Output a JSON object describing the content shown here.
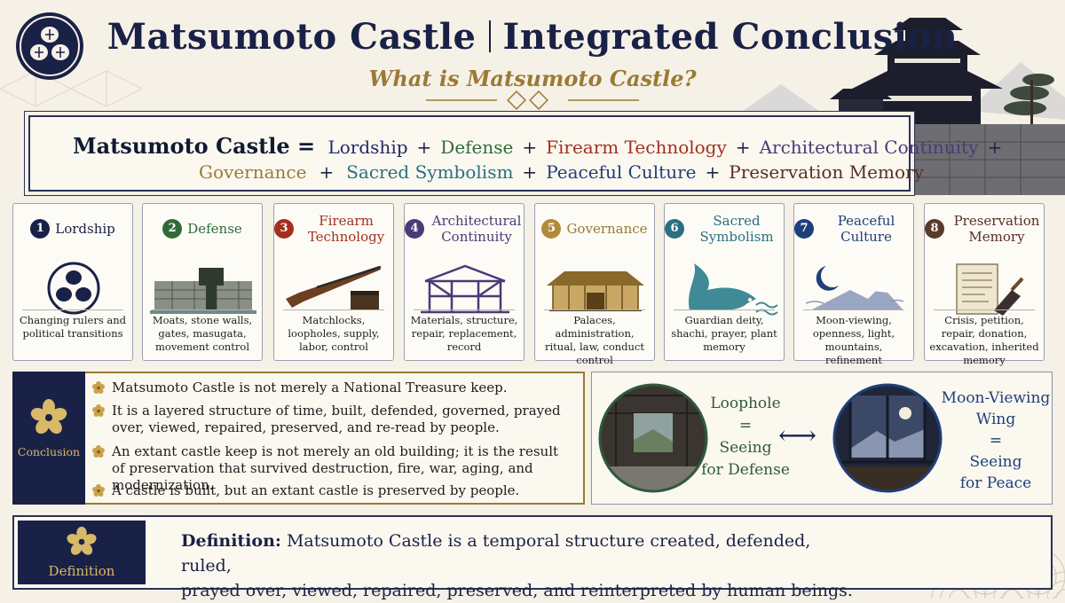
{
  "header": {
    "title_main": "Matsumoto Castle",
    "title_sub": "Integrated Conclusion",
    "subtitle": "What is Matsumoto Castle?"
  },
  "formula": {
    "lhs": "Matsumoto Castle =",
    "plus": "+",
    "terms": [
      {
        "label": "Lordship",
        "color": "#1f2a6b"
      },
      {
        "label": "Defense",
        "color": "#2f6b3a"
      },
      {
        "label": "Firearm Technology",
        "color": "#a3301f"
      },
      {
        "label": "Architectural Continuity",
        "color": "#4a3a78"
      },
      {
        "label": "Governance",
        "color": "#9a7a35"
      },
      {
        "label": "Sacred Symbolism",
        "color": "#2a7080"
      },
      {
        "label": "Peaceful Culture",
        "color": "#1f3f7a"
      },
      {
        "label": "Preservation Memory",
        "color": "#5a2e24"
      }
    ]
  },
  "cards": [
    {
      "num": "1",
      "title": "Lordship",
      "color": "#1a2147",
      "desc": "Changing rulers and political transitions",
      "icon": "mon-crest-icon"
    },
    {
      "num": "2",
      "title": "Defense",
      "color": "#2f6b3a",
      "desc": "Moats, stone walls, gates, masugata, movement control",
      "icon": "stone-wall-gate-icon"
    },
    {
      "num": "3",
      "title": "Firearm Technology",
      "color": "#a3301f",
      "desc": "Matchlocks, loopholes, supply, labor, control",
      "icon": "matchlock-gun-icon"
    },
    {
      "num": "4",
      "title": "Architectural Continuity",
      "color": "#4a3a78",
      "desc": "Materials, structure, repair, replacement, record",
      "icon": "timber-frame-icon"
    },
    {
      "num": "5",
      "title": "Governance",
      "color": "#b08a3a",
      "desc": "Palaces, administration, ritual, law, conduct control",
      "icon": "palace-building-icon"
    },
    {
      "num": "6",
      "title": "Sacred Symbolism",
      "color": "#2a7080",
      "desc": "Guardian deity, shachi, prayer, plant memory",
      "icon": "shachi-icon"
    },
    {
      "num": "7",
      "title": "Peaceful Culture",
      "color": "#1f3f7a",
      "desc": "Moon-viewing, openness, light, mountains, refinement",
      "icon": "moon-mountain-icon"
    },
    {
      "num": "8",
      "title": "Preservation Memory",
      "color": "#5a3a2a",
      "desc": "Crisis, petition, repair, donation, excavation, inherited memory",
      "icon": "scroll-trowel-icon"
    }
  ],
  "conclusion": {
    "label": "Conclusion",
    "bullets": [
      "Matsumoto Castle is not merely a National Treasure keep.",
      "It is a layered structure of time, built, defended, governed, prayed over, viewed, repaired, preserved, and re-read by people.",
      "An extant castle keep is not merely an old building; it is the result of preservation that survived destruction, fire, war, aging, and modernization.",
      "A castle is built, but an extant castle is preserved by people."
    ]
  },
  "comparison": {
    "left_lines": [
      "Loophole",
      "=",
      "Seeing",
      "for Defense"
    ],
    "right_lines": [
      "Moon-Viewing",
      "Wing",
      "=",
      "Seeing",
      "for Peace"
    ],
    "left_color": "#2f5a3a",
    "right_color": "#1f3f7a",
    "arrow": "⟷"
  },
  "definition": {
    "label": "Definition",
    "lead": "Definition:",
    "line1": "Matsumoto Castle is a temporal structure created, defended, ruled,",
    "line2": "prayed over, viewed, repaired, preserved, and reinterpreted by human beings."
  },
  "colors": {
    "navy": "#1a2147",
    "gold": "#9a7a35",
    "paper": "#f6f1e6"
  }
}
